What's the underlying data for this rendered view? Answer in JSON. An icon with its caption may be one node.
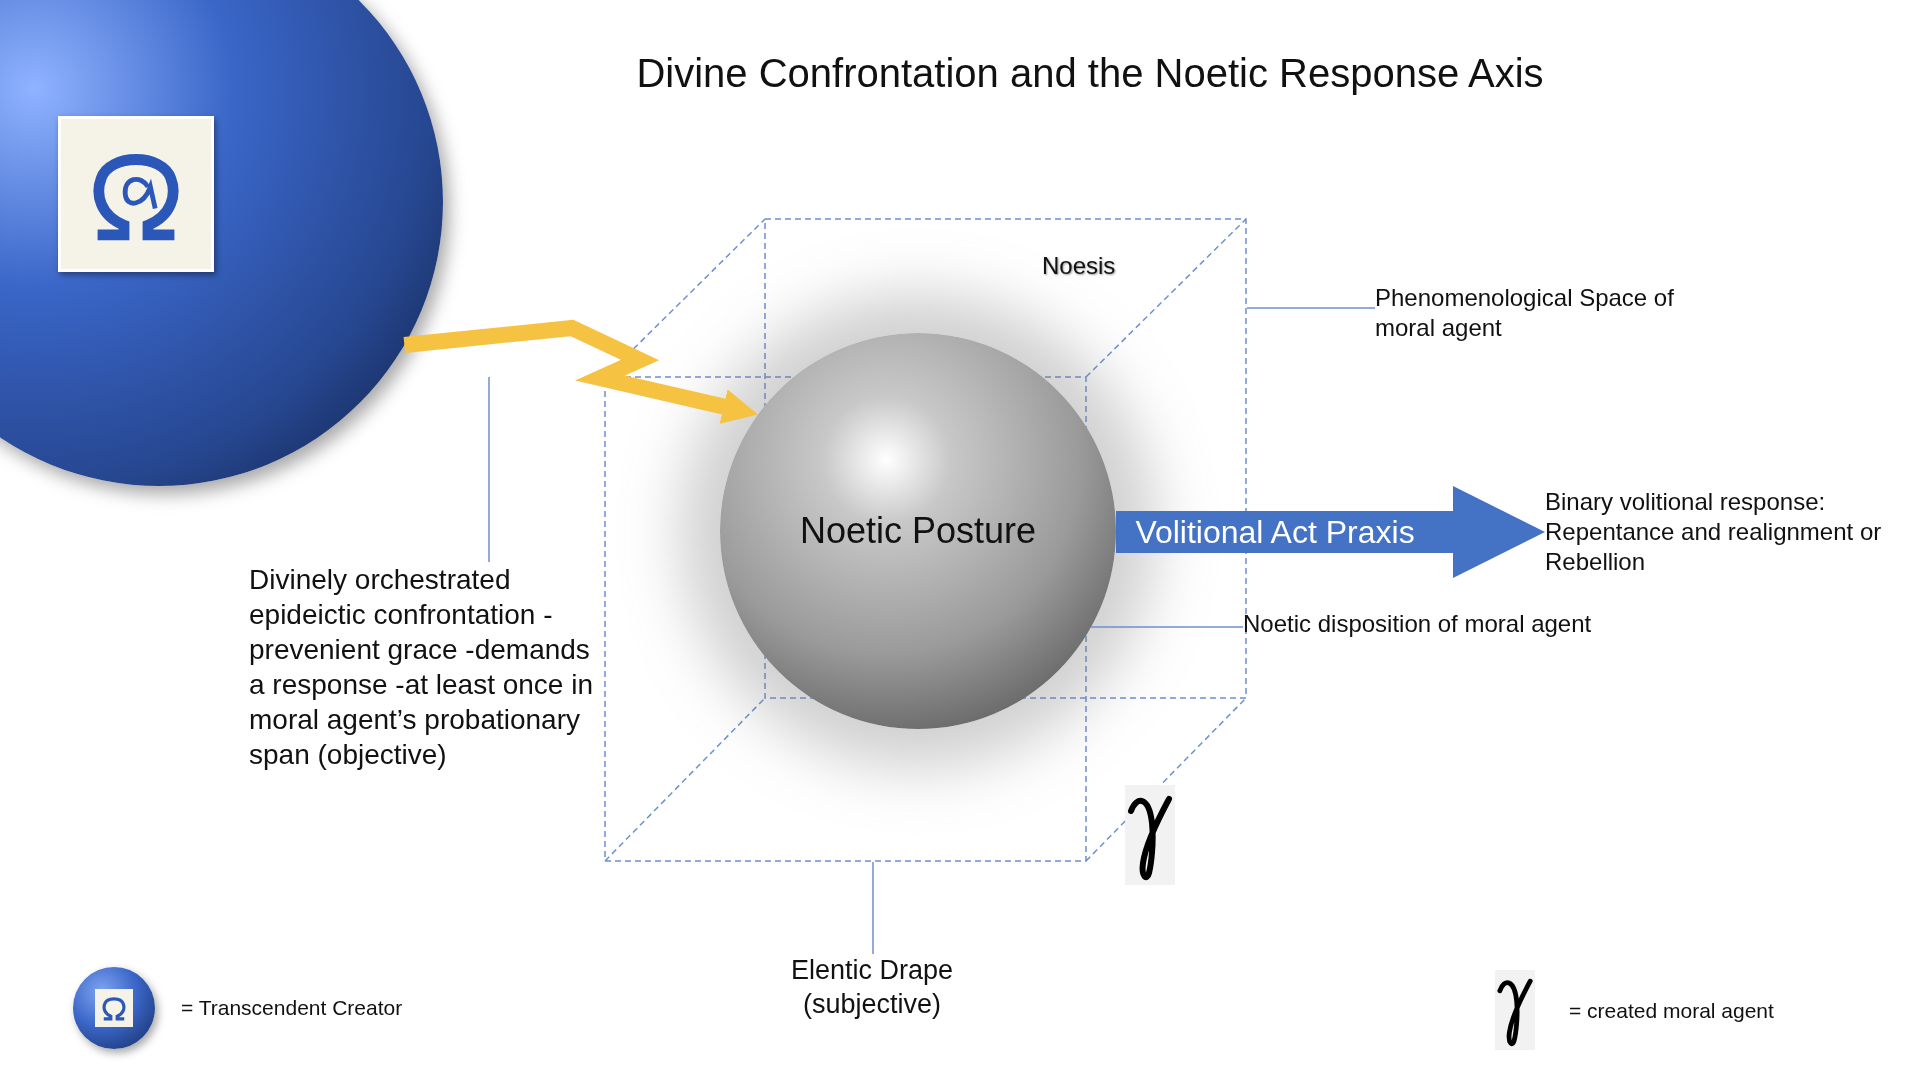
{
  "diagram": {
    "title": "Divine Confrontation and the Noetic Response Axis",
    "nodes": [
      {
        "text": [],
        "shape": "circle"
      },
      {
        "text": [
          "Noesis"
        ]
      },
      {
        "text": [
          "Noetic Posture"
        ],
        "in": 1
      },
      {
        "text": [
          "Phenomenological Space of moral agent"
        ]
      },
      {
        "text": [
          "Binary volitional response: Repentance and realignment or Rebellion"
        ]
      },
      {
        "text": [
          "Noetic disposition of moral agent"
        ]
      },
      {
        "text": [
          "Divinely orchestrated epideictic confrontation -prevenient grace -demands a response -at least once in moral agent’s probationary span (objective)"
        ]
      },
      {
        "text": [
          "Elentic Drape (subjective)"
        ]
      }
    ],
    "edges": [
      {
        "from": 0,
        "to": 2,
        "arrow": "to",
        "style": "thick",
        "color": "#f5c242"
      },
      {
        "from": 2,
        "to": 4,
        "arrow": "to",
        "label": "Volitional Act Praxis",
        "style": "thick",
        "color": "#4472c4"
      },
      {
        "from": 3,
        "to": 1,
        "arrow": "none"
      },
      {
        "from": 5,
        "to": 2,
        "arrow": "none"
      },
      {
        "from": 6,
        "to": null,
        "arrow": "none"
      },
      {
        "from": 7,
        "to": 1,
        "arrow": "none"
      }
    ],
    "legend": [
      {
        "text": "= Transcendent Creator"
      },
      {
        "text": "= created moral agent"
      }
    ]
  }
}
